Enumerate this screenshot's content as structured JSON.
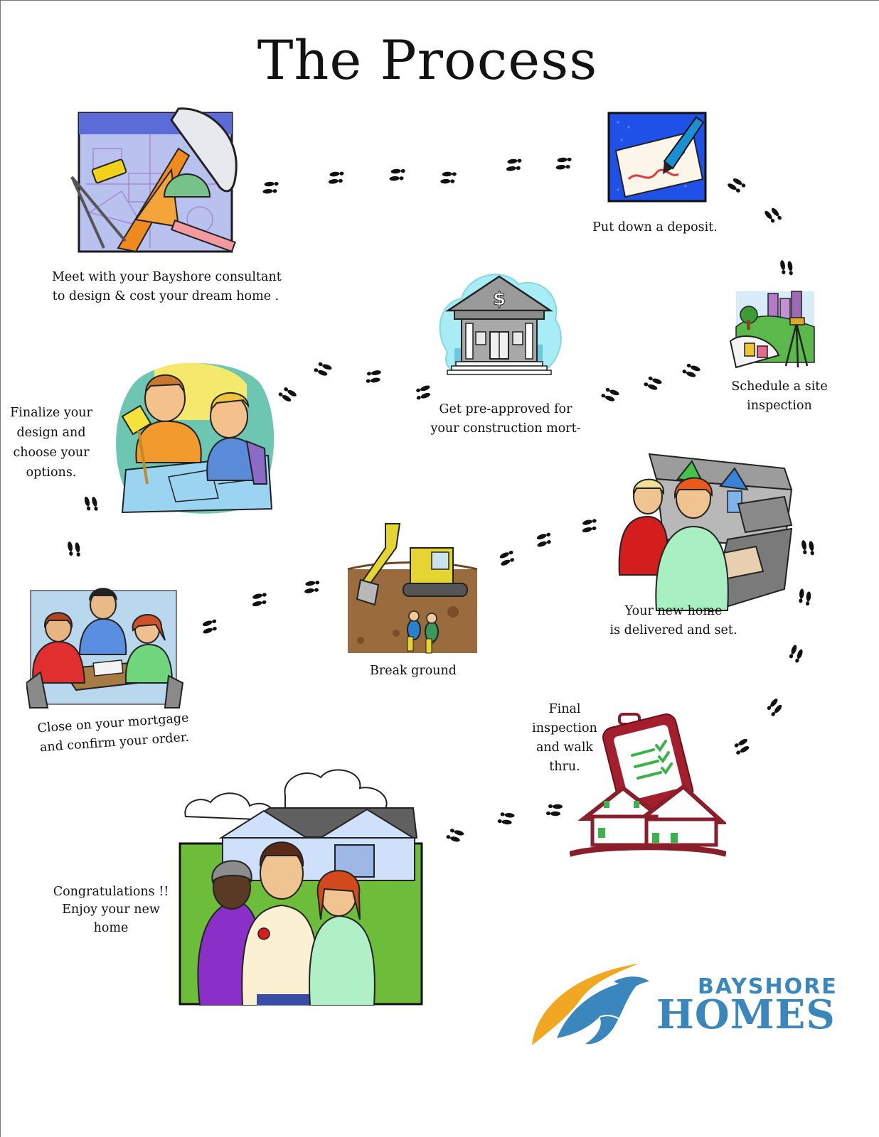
{
  "title": "The Process",
  "colors": {
    "brand_blue": "#3a87bd",
    "brand_orange": "#f1a722",
    "footprint": "#111111",
    "border": "#777777"
  },
  "steps": [
    {
      "name": "design",
      "icon": "blueprint-drafting-icon",
      "lines": [
        "Meet with your Bayshore consultant",
        "to design & cost your dream home ."
      ]
    },
    {
      "name": "deposit",
      "icon": "check-pen-icon",
      "lines": [
        "Put down a deposit."
      ]
    },
    {
      "name": "site-inspection",
      "icon": "surveyor-site-icon",
      "lines": [
        "Schedule a site",
        "inspection"
      ]
    },
    {
      "name": "pre-approval",
      "icon": "bank-building-icon",
      "lines": [
        "Get pre-approved for",
        "your construction mort-"
      ]
    },
    {
      "name": "finalize",
      "icon": "designers-at-table-icon",
      "lines": [
        "Finalize your",
        "design and",
        "choose your",
        "options."
      ]
    },
    {
      "name": "close-mortgage",
      "icon": "meeting-at-table-icon",
      "lines": [
        "Close on your mortgage",
        "and confirm your order."
      ]
    },
    {
      "name": "break-ground",
      "icon": "excavator-icon",
      "lines": [
        "Break ground"
      ]
    },
    {
      "name": "delivered",
      "icon": "couple-viewing-home-icon",
      "lines": [
        "Your new home",
        "is delivered and set."
      ]
    },
    {
      "name": "final-inspection",
      "icon": "clipboard-house-icon",
      "lines": [
        "Final",
        "inspection",
        "and walk",
        "thru."
      ]
    },
    {
      "name": "congratulations",
      "icon": "family-new-home-icon",
      "lines": [
        "Congratulations !!",
        "Enjoy your new",
        "home"
      ]
    }
  ],
  "logo": {
    "icon": "bayshore-dolphin-logo-icon",
    "word1": "BAYSHORE",
    "word2": "HOMES"
  }
}
